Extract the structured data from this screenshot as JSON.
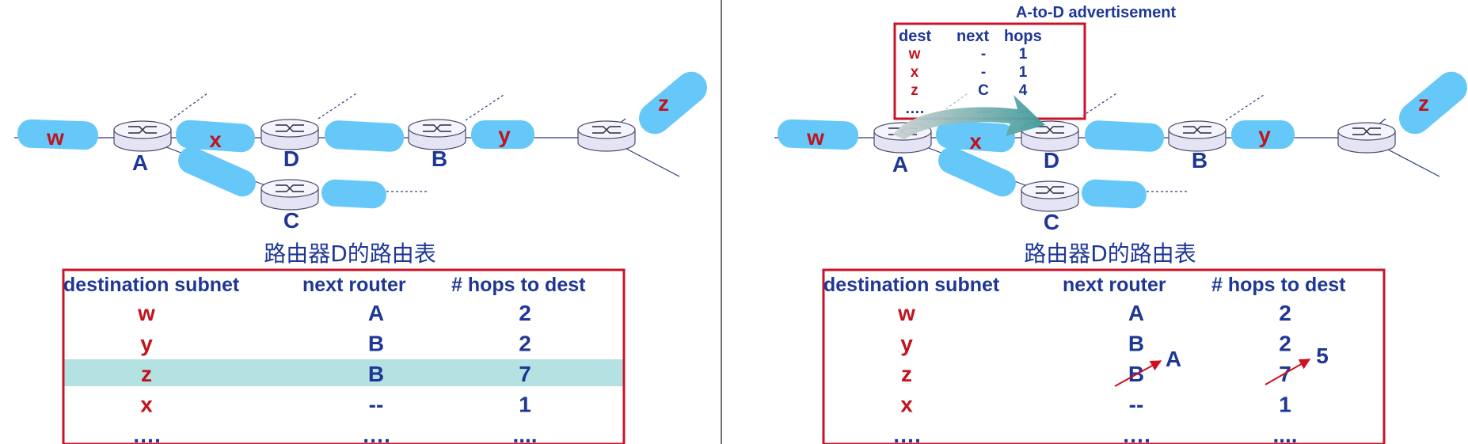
{
  "colors": {
    "subnet": "#66c8f8",
    "router_body": "#e4e4f4",
    "router_top": "#f4f4fc",
    "router_stroke": "#4a4a6a",
    "label_blue": "#1e3796",
    "label_red": "#c0141e",
    "table_border": "#c8142a",
    "highlight_row": "#b4e2e2",
    "divider": "#707070",
    "ad_arrow": "#58a8a8"
  },
  "left_panel": {
    "routers": {
      "a": "A",
      "d": "D",
      "b": "B",
      "c": "C"
    },
    "subnets": {
      "w": "w",
      "x": "x",
      "y": "y",
      "z": "z"
    },
    "table_title": "路由器D的路由表",
    "table": {
      "headers": [
        "destination subnet",
        "next  router",
        "# hops to dest"
      ],
      "rows": [
        [
          "w",
          "A",
          "2"
        ],
        [
          "y",
          "B",
          "2"
        ],
        [
          "z",
          "B",
          "7"
        ],
        [
          "x",
          "--",
          "1"
        ],
        [
          "….",
          "….",
          "...."
        ]
      ]
    }
  },
  "right_panel": {
    "routers": {
      "a": "A",
      "d": "D",
      "b": "B",
      "c": "C"
    },
    "subnets": {
      "w": "w",
      "x": "x",
      "y": "y",
      "z": "z"
    },
    "advertisement": {
      "title": "A-to-D advertisement",
      "headers": [
        "dest",
        "next",
        "hops"
      ],
      "rows": [
        [
          "w",
          "-",
          "1"
        ],
        [
          "x",
          "-",
          "1"
        ],
        [
          "z",
          "C",
          "4"
        ],
        [
          "….",
          "…",
          "..."
        ]
      ]
    },
    "table_title": "路由器D的路由表",
    "table": {
      "headers": [
        "destination subnet",
        "next  router",
        "# hops to dest"
      ],
      "rows": [
        [
          "w",
          "A",
          "2"
        ],
        [
          "y",
          "B",
          "2"
        ],
        [
          "z",
          "B",
          "7"
        ],
        [
          "x",
          "--",
          "1"
        ],
        [
          "….",
          "….",
          "...."
        ]
      ]
    },
    "updates": {
      "next_router": "A",
      "hops": "5"
    }
  }
}
